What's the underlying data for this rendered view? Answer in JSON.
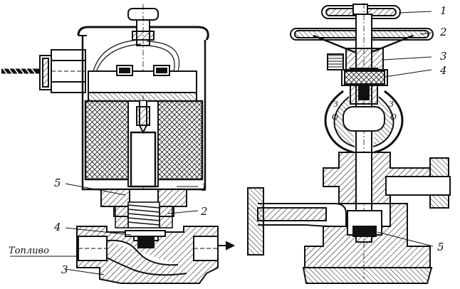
{
  "left_view": {
    "callouts": {
      "c1": "1",
      "c2": "2",
      "c3": "3",
      "c4": "4",
      "c5": "5"
    },
    "fuel_label": "Топливо"
  },
  "right_view": {
    "callouts": {
      "c1": "1",
      "c2": "2",
      "c3": "3",
      "c4": "4",
      "c5": "5"
    },
    "dial": {
      "left_top": "З",
      "left_bottom": "О",
      "right_top": "З",
      "right_bottom": "О"
    }
  }
}
